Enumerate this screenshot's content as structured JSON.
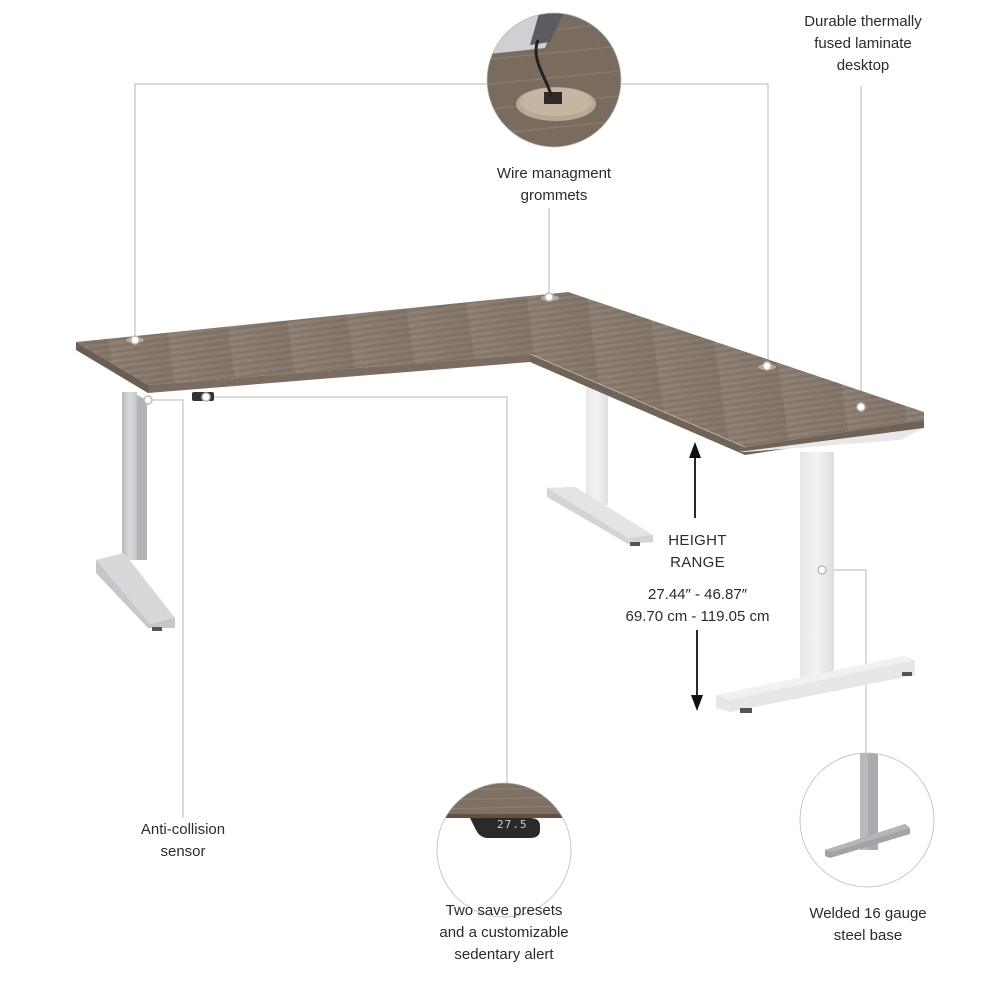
{
  "product": {
    "name": "L-shaped height adjustable standing desk",
    "top_color": "#8a7b6e",
    "frame_color": "#c9cacc",
    "leader_line_color": "#c8c8c8"
  },
  "callouts": {
    "grommets": {
      "lines": [
        "Wire managment",
        "grommets"
      ],
      "inset": "grommet-closeup"
    },
    "laminate": {
      "lines": [
        "Durable thermally",
        "fused laminate",
        "desktop"
      ]
    },
    "height": {
      "title_lines": [
        "HEIGHT",
        "RANGE"
      ],
      "imperial": "27.44″ - 46.87″",
      "metric": "69.70 cm - 119.05 cm"
    },
    "anti_collision": {
      "lines": [
        "Anti-collision",
        "sensor"
      ]
    },
    "presets": {
      "lines": [
        "Two save presets",
        "and a customizable",
        "sedentary alert"
      ],
      "display_value": "27.5"
    },
    "base": {
      "lines": [
        "Welded 16 gauge",
        "steel base"
      ]
    }
  }
}
